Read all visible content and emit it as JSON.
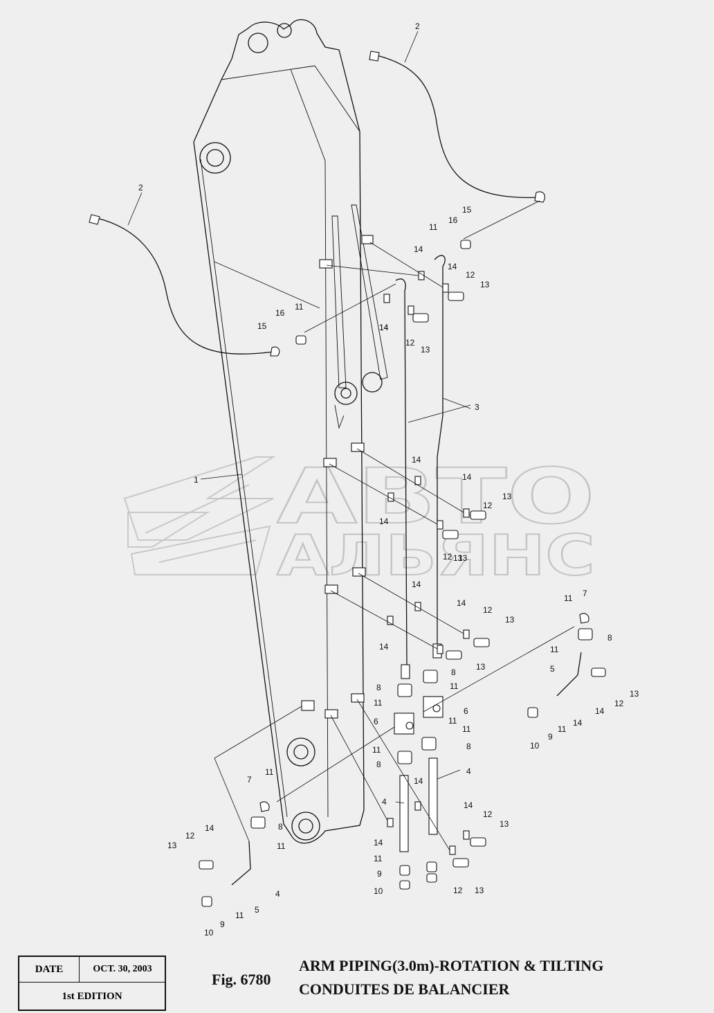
{
  "figure": {
    "number": "Fig. 6780",
    "title_en": "ARM PIPING(3.0m)-ROTATION & TILTING",
    "title_fr": "CONDUITES DE BALANCIER"
  },
  "title_block": {
    "date_label": "DATE",
    "date_value": "OCT. 30, 2003",
    "edition": "1st EDITION"
  },
  "watermark": {
    "line1": "АВТО",
    "line2": "АЛЬЯНС"
  },
  "callouts": [
    {
      "id": "c1",
      "text": "1"
    },
    {
      "id": "c2a",
      "text": "2"
    },
    {
      "id": "c2b",
      "text": "2"
    },
    {
      "id": "c3",
      "text": "3"
    },
    {
      "id": "c4a",
      "text": "4"
    },
    {
      "id": "c4b",
      "text": "4"
    },
    {
      "id": "c4c",
      "text": "4"
    },
    {
      "id": "c5a",
      "text": "5"
    },
    {
      "id": "c5b",
      "text": "5"
    },
    {
      "id": "c6a",
      "text": "6"
    },
    {
      "id": "c6b",
      "text": "6"
    },
    {
      "id": "c7a",
      "text": "7"
    },
    {
      "id": "c7b",
      "text": "7"
    },
    {
      "id": "c8a",
      "text": "8"
    },
    {
      "id": "c8b",
      "text": "8"
    },
    {
      "id": "c8c",
      "text": "8"
    },
    {
      "id": "c8d",
      "text": "8"
    },
    {
      "id": "c8e",
      "text": "8"
    },
    {
      "id": "c8f",
      "text": "8"
    },
    {
      "id": "c9a",
      "text": "9"
    },
    {
      "id": "c9b",
      "text": "9"
    },
    {
      "id": "c9c",
      "text": "9"
    },
    {
      "id": "c10a",
      "text": "10"
    },
    {
      "id": "c10b",
      "text": "10"
    },
    {
      "id": "c10c",
      "text": "10"
    },
    {
      "id": "c11a",
      "text": "11"
    },
    {
      "id": "c11b",
      "text": "11"
    },
    {
      "id": "c11c",
      "text": "11"
    },
    {
      "id": "c11d",
      "text": "11"
    },
    {
      "id": "c11e",
      "text": "11"
    },
    {
      "id": "c11f",
      "text": "11"
    },
    {
      "id": "c11g",
      "text": "11"
    },
    {
      "id": "c11h",
      "text": "11"
    },
    {
      "id": "c11i",
      "text": "11"
    },
    {
      "id": "c11j",
      "text": "11"
    },
    {
      "id": "c11k",
      "text": "11"
    },
    {
      "id": "c11l",
      "text": "11"
    },
    {
      "id": "c11m",
      "text": "11"
    },
    {
      "id": "c11n",
      "text": "11"
    },
    {
      "id": "c12a",
      "text": "12"
    },
    {
      "id": "c12b",
      "text": "12"
    },
    {
      "id": "c12c",
      "text": "12"
    },
    {
      "id": "c12d",
      "text": "12"
    },
    {
      "id": "c12e",
      "text": "12"
    },
    {
      "id": "c12f",
      "text": "12"
    },
    {
      "id": "c12g",
      "text": "12"
    },
    {
      "id": "c12h",
      "text": "12"
    },
    {
      "id": "c12i",
      "text": "12"
    },
    {
      "id": "c13a",
      "text": "13"
    },
    {
      "id": "c13b",
      "text": "13"
    },
    {
      "id": "c13c",
      "text": "13"
    },
    {
      "id": "c13d",
      "text": "13"
    },
    {
      "id": "c13e",
      "text": "13"
    },
    {
      "id": "c13f",
      "text": "13"
    },
    {
      "id": "c13g",
      "text": "13"
    },
    {
      "id": "c13h",
      "text": "13"
    },
    {
      "id": "c13i",
      "text": "13"
    },
    {
      "id": "c13j",
      "text": "13"
    },
    {
      "id": "c13k",
      "text": "13"
    },
    {
      "id": "c14a",
      "text": "14"
    },
    {
      "id": "c14b",
      "text": "14"
    },
    {
      "id": "c14c",
      "text": "14"
    },
    {
      "id": "c14d",
      "text": "14"
    },
    {
      "id": "c14e",
      "text": "14"
    },
    {
      "id": "c14f",
      "text": "14"
    },
    {
      "id": "c14g",
      "text": "14"
    },
    {
      "id": "c14h",
      "text": "14"
    },
    {
      "id": "c14i",
      "text": "14"
    },
    {
      "id": "c14j",
      "text": "14"
    },
    {
      "id": "c14k",
      "text": "14"
    },
    {
      "id": "c14l",
      "text": "14"
    },
    {
      "id": "c14m",
      "text": "14"
    },
    {
      "id": "c14n",
      "text": "14"
    },
    {
      "id": "c14o",
      "text": "14"
    },
    {
      "id": "c14p",
      "text": "14"
    },
    {
      "id": "c15a",
      "text": "15"
    },
    {
      "id": "c15b",
      "text": "15"
    },
    {
      "id": "c16a",
      "text": "16"
    },
    {
      "id": "c16b",
      "text": "16"
    }
  ]
}
